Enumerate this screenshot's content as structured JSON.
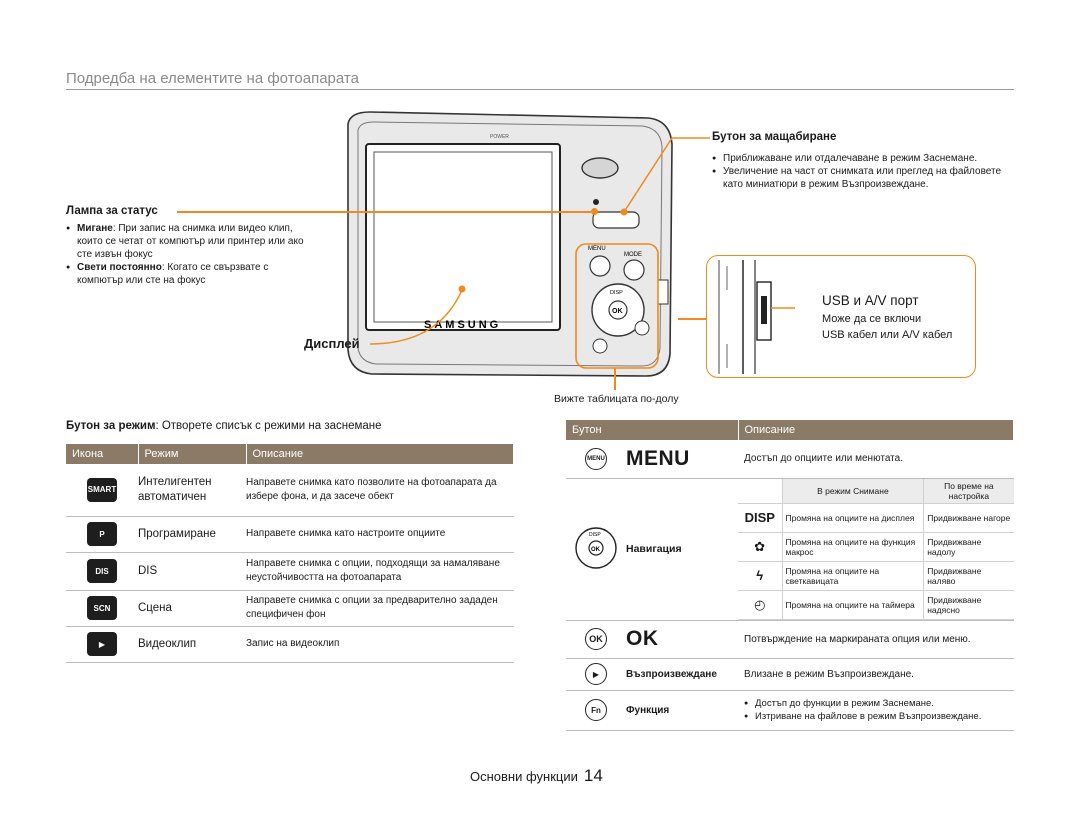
{
  "header": {
    "title": "Подредба на елементите на фотоапарата"
  },
  "status_lamp": {
    "heading": "Лампа за статус",
    "bullets": [
      {
        "bold": "Мигане",
        "text": ": При запис на снимка или видео клип, които се четат от компютър или принтер или ако сте извън фокус"
      },
      {
        "bold": "Свети постоянно",
        "text": ": Когато се свързвате с компютър или сте на фокус"
      }
    ]
  },
  "display": {
    "heading": "Дисплей"
  },
  "zoom": {
    "heading": "Бутон за мащабиране",
    "bullets": [
      "Приближаване или отдалечаване в режим Заснемане.",
      "Увеличение на част от снимката или преглед на файловете като миниатюри в режим Възпроизвеждане."
    ]
  },
  "usb": {
    "heading": "USB и A/V порт",
    "line1": "Може да се включи",
    "line2": "USB кабел или A/V кабел"
  },
  "camera": {
    "brand": "SAMSUNG",
    "power_label": "POWER"
  },
  "see_table": "Вижте таблицата по-долу",
  "mode_button": {
    "bold": "Бутон за режим",
    "text": ": Отворете списък с режими на заснемане"
  },
  "mode_table": {
    "headers": [
      "Икона",
      "Режим",
      "Описание"
    ],
    "rows": [
      {
        "icon": "smart-auto-icon",
        "icon_text": "SMART",
        "mode": "Интелигентен автоматичен",
        "desc": "Направете снимка като позволите на фотоапарата да избере фона, и да засече обект"
      },
      {
        "icon": "program-icon",
        "icon_text": "P",
        "mode": "Програмиране",
        "desc": "Направете снимка като настроите опциите"
      },
      {
        "icon": "dis-icon",
        "icon_text": "DIS",
        "mode": "DIS",
        "desc": "Направете снимка с опции, подходящи за намаляване неустойчивостта на фотоапарата"
      },
      {
        "icon": "scene-icon",
        "icon_text": "SCN",
        "mode": "Сцена",
        "desc": "Направете снимка с опции за предварително зададен специфичен фон"
      },
      {
        "icon": "movie-icon",
        "icon_text": "▶",
        "mode": "Видеоклип",
        "desc": "Запис на видеоклип"
      }
    ]
  },
  "button_table": {
    "headers": [
      "Бутон",
      "Описание"
    ],
    "menu": {
      "icon_label": "MENU",
      "label": "MENU",
      "desc": "Достъп до опциите или менютата."
    },
    "navigation": {
      "label": "Навигация",
      "sub_headers": [
        "В режим Снимане",
        "По време на настройка"
      ],
      "rows": [
        {
          "icon": "DISP",
          "left": "Промяна на опциите на дисплея",
          "right": "Придвижване нагоре"
        },
        {
          "icon": "✿",
          "left": "Промяна на опциите на функция макрос",
          "right": "Придвижване надолу"
        },
        {
          "icon": "ϟ",
          "left": "Промяна на опциите на светкавицата",
          "right": "Придвижване наляво"
        },
        {
          "icon": "◴",
          "left": "Промяна на опциите на таймера",
          "right": "Придвижване надясно"
        }
      ]
    },
    "ok": {
      "icon_label": "OK",
      "label": "OK",
      "desc": "Потвърждение на маркираната опция или меню."
    },
    "playback": {
      "icon_label": "▶",
      "label": "Възпроизвеждане",
      "desc": "Влизане в режим Възпроизвеждане."
    },
    "function": {
      "icon_label": "Fn",
      "label": "Функция",
      "bullets": [
        "Достъп до функции в режим Заснемане.",
        "Изтриване на файлове в режим Възпроизвеждане."
      ]
    }
  },
  "footer": {
    "section": "Основни функции",
    "page": "14"
  },
  "colors": {
    "accent": "#f08a1c",
    "table_header": "#8a7a66"
  }
}
